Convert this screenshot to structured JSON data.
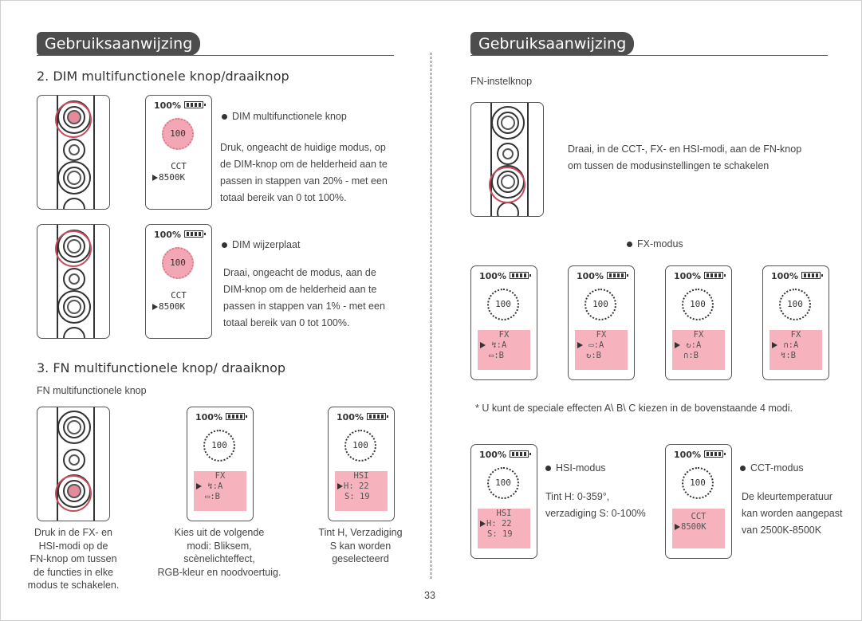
{
  "left": {
    "header": "Gebruiksaanwijzing",
    "section2_title": "2. DIM multifunctionele knop/draaiknop",
    "dim_knob": {
      "screen": {
        "pct": "100%",
        "dial": "100",
        "mode": "CCT",
        "value": "8500K"
      },
      "heading": "DIM multifunctionele knop",
      "lines": [
        "Druk, ongeacht de huidige modus, op",
        "de DIM-knop om de helderheid aan te",
        "passen in stappen van 20% - met een",
        "totaal bereik van 0 tot 100%."
      ]
    },
    "dim_dial": {
      "screen": {
        "pct": "100%",
        "dial": "100",
        "mode": "CCT",
        "value": "8500K"
      },
      "heading": "DIM wijzerplaat",
      "lines": [
        "Draai, ongeacht de modus, aan de",
        "DIM-knop om de helderheid aan te",
        "passen in stappen van 1% - met een",
        "totaal bereik van 0 tot 100%."
      ]
    },
    "section3_title": "3. FN multifunctionele knop/ draaiknop",
    "fn_subtitle": "FN multifunctionele knop",
    "fx_screen": {
      "pct": "100%",
      "dial": "100",
      "title": "FX",
      "a": ":A",
      "b": ":B"
    },
    "hsi_screen": {
      "pct": "100%",
      "dial": "100",
      "title": "HSI",
      "h": "H: 22",
      "s": "S: 19"
    },
    "caption1": [
      "Druk in de FX- en",
      "HSI-modi op de",
      "FN-knop om tussen",
      "de functies in elke",
      "modus te schakelen."
    ],
    "caption2": [
      "Kies uit de volgende",
      "modi: Bliksem,",
      "scènelichteffect,",
      "RGB-kleur en noodvoertuig."
    ],
    "caption3": [
      "Tint H, Verzadiging",
      "S kan worden",
      "geselecteerd"
    ]
  },
  "right": {
    "header": "Gebruiksaanwijzing",
    "fn_title": "FN-instelknop",
    "fn_lines": [
      "Draai, in de CCT-, FX- en HSI-modi, aan de FN-knop",
      "om tussen de modusinstellingen te schakelen"
    ],
    "fx_label": "FX-modus",
    "fx_screens": [
      {
        "pct": "100%",
        "dial": "100",
        "title": "FX",
        "a": ":A",
        "b": ":B",
        "icon_a": "lightning-icon",
        "icon_b": "tv-icon"
      },
      {
        "pct": "100%",
        "dial": "100",
        "title": "FX",
        "a": ":A",
        "b": ":B",
        "icon_a": "tv-icon",
        "icon_b": "cycle-icon"
      },
      {
        "pct": "100%",
        "dial": "100",
        "title": "FX",
        "a": ":A",
        "b": ":B",
        "icon_a": "cycle-icon",
        "icon_b": "siren-icon"
      },
      {
        "pct": "100%",
        "dial": "100",
        "title": "FX",
        "a": ":A",
        "b": ":B",
        "icon_a": "siren-icon",
        "icon_b": "lightning-icon"
      }
    ],
    "note": "U kunt de speciale effecten A\\ B\\ C kiezen in de bovenstaande 4 modi.",
    "hsi": {
      "pct": "100%",
      "dial": "100",
      "title": "HSI",
      "h": "H: 22",
      "s": "S: 19",
      "label": "HSI-modus",
      "lines": [
        "Tint H: 0-359°,",
        "verzadiging S: 0-100%"
      ]
    },
    "cct": {
      "pct": "100%",
      "dial": "100",
      "title": "CCT",
      "value": "8500K",
      "label": "CCT-modus",
      "lines": [
        "De kleurtemperatuur",
        "kan worden aangepast",
        "van 2500K-8500K"
      ]
    }
  },
  "page_number": "33"
}
